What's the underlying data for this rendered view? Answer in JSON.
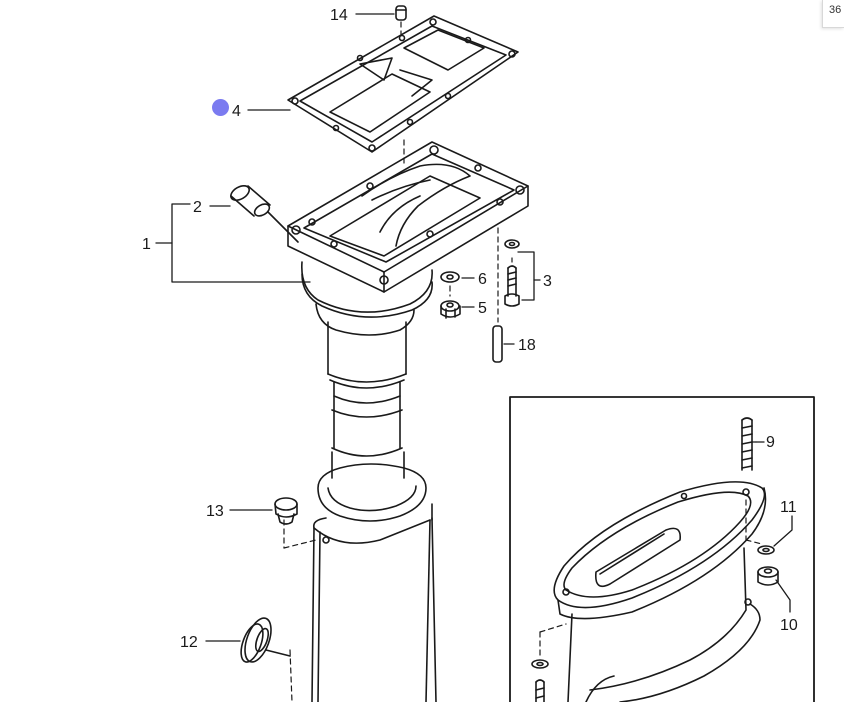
{
  "corner_tab_text": "36",
  "marker_color": "#7b7bf0",
  "line_color": "#1a1a1a",
  "callouts": {
    "c1": "1",
    "c2": "2",
    "c3": "3",
    "c4": "4",
    "c5": "5",
    "c6": "6",
    "c9": "9",
    "c10": "10",
    "c11": "11",
    "c12": "12",
    "c13": "13",
    "c14": "14",
    "c18": "18"
  }
}
